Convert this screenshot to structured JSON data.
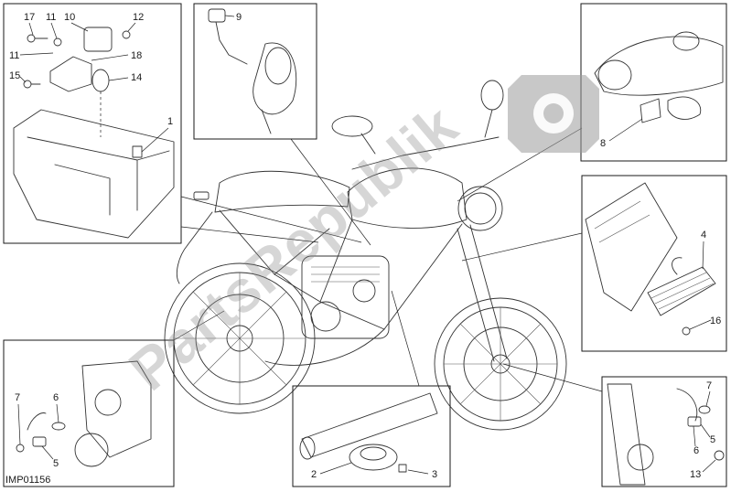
{
  "drawing_code": "IMP01156",
  "watermark": {
    "text": "PartsRepublik",
    "gear_color": "#9a9a9a",
    "icon": "gear-icon"
  },
  "callouts": {
    "c1": "1",
    "c2": "2",
    "c3": "3",
    "c4": "4",
    "c5a": "5",
    "c5b": "5",
    "c6a": "6",
    "c6b": "6",
    "c7a": "7",
    "c7b": "7",
    "c8": "8",
    "c9": "9",
    "c10": "10",
    "c11a": "11",
    "c11b": "11",
    "c12": "12",
    "c13": "13",
    "c14": "14",
    "c15": "15",
    "c16": "16",
    "c17": "17",
    "c18": "18"
  }
}
